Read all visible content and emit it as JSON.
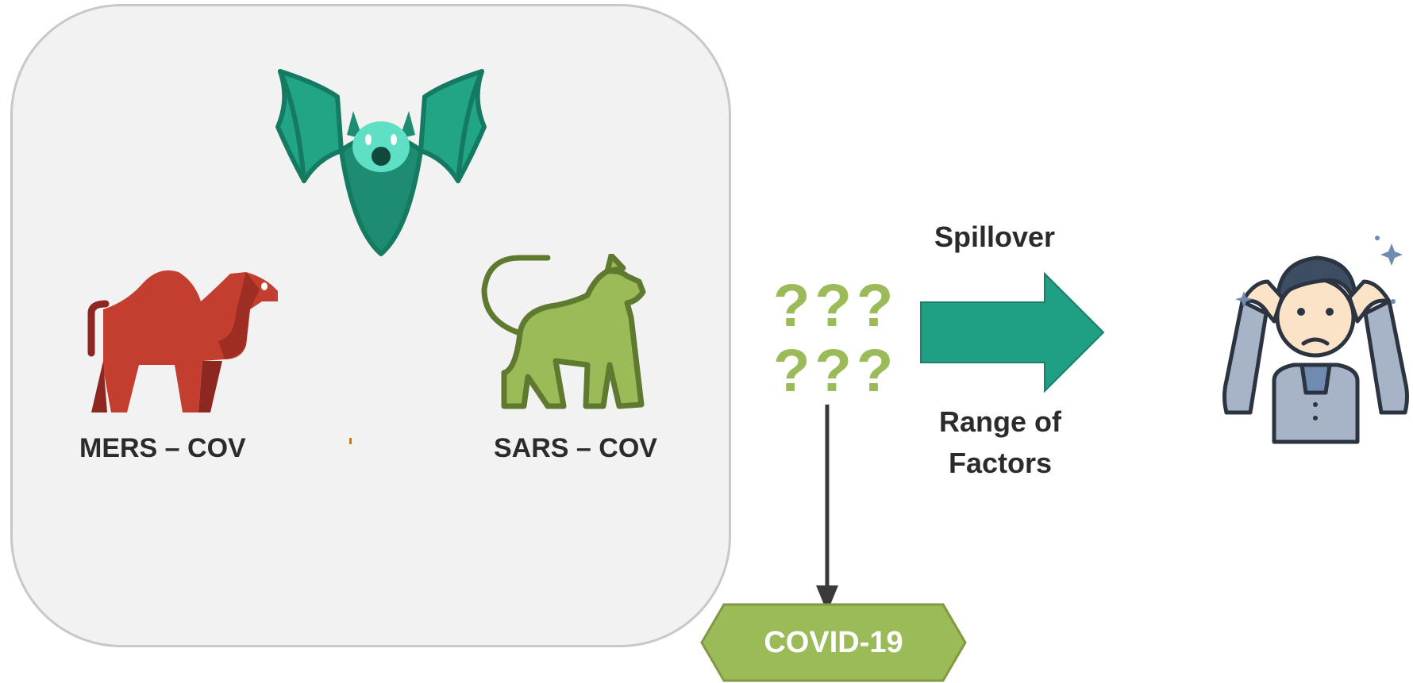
{
  "animals": {
    "mers_label": "MERS – COV",
    "sars_label": "SARS – COV"
  },
  "unknown": {
    "line1": "???",
    "line2": "???"
  },
  "spillover_label": "Spillover",
  "range_label": "Range of Factors",
  "outcome_label": "COVID-19",
  "colors": {
    "panel": "#f2f2f2",
    "bat": "#1f9e80",
    "camel": "#c43e2f",
    "cat": "#9bbb59",
    "arrow": "#1fa085",
    "covid_box": "#9bbb59"
  }
}
